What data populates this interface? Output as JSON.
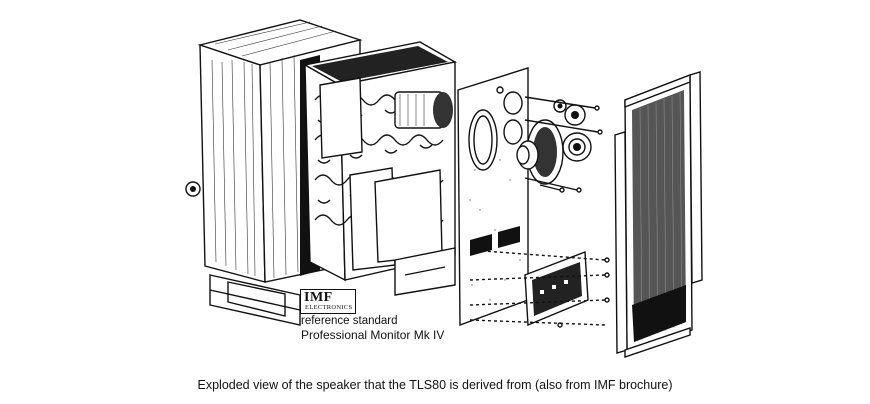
{
  "logo": {
    "brand": "IMF",
    "subbrand": "ELECTRONICS"
  },
  "model_label": {
    "line1": "reference standard",
    "line2": "Professional Monitor Mk IV"
  },
  "caption": "Exploded view of the speaker that the TLS80 is derived from (also from IMF brochure)"
}
